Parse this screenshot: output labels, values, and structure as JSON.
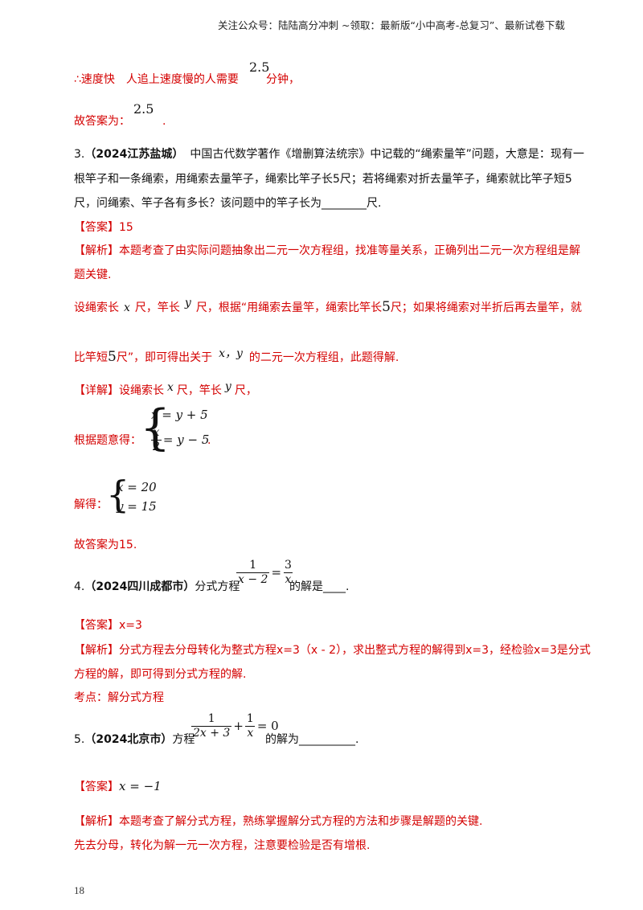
{
  "header": "关注公众号：陆陆高分冲刺  ~领取：最新版“小中高考-总复习”、最新试卷下载",
  "p2_tail": {
    "line1_a": "∴速度快",
    "line1_b": "人追上速度慢的人需要",
    "line1_val": "2.5",
    "line1_c": "分钟，",
    "line2_a": "故答案为：",
    "line2_val": "2.5",
    "line2_b": "."
  },
  "q3": {
    "num": "3.",
    "src": "（2024江苏盐城）",
    "l1": "中国古代数学著作《增删算法统宗》中记载的“绳索量竿”问题，大意是：现有一",
    "l2": "根竿子和一条绳索，用绳索去量竿子，绳索比竿子长5尺；若将绳索对折去量竿子，绳索就比竿子短5",
    "l3": "尺，问绳索、竿子各有多长？该问题中的竿子长为________尺.",
    "answer": "【答案】15",
    "jx1": "【解析】本题考查了由实际问题抽象出二元一次方程组，找准等量关系，正确列出二元一次方程组是解",
    "jx2": "题关键.",
    "s1a": "设绳索长",
    "s1x": "x",
    "s1b": "尺，竿长",
    "s1y": "y",
    "s1c": "尺，根据“用绳索去量竿，绳索比竿长",
    "s1n": "5",
    "s1d": "尺；如果将绳索对半折后再去量竿，就",
    "s2a": "比竿短",
    "s2n": "5",
    "s2b": "尺”，即可得出关于",
    "s2xy": "x，y",
    "s2c": "的二元一次方程组，此题得解.",
    "xj_a": "【详解】设绳索长",
    "xj_x": "x",
    "xj_b": "尺，竿长",
    "xj_y": "y",
    "xj_c": "尺，",
    "gen": "根据题意得：",
    "eq1": "x = y + 5",
    "eq2_num": "x",
    "eq2_den": "2",
    "eq2_rhs": "= y − 5",
    "eq_dot": ".",
    "jiede": "解得：",
    "sol1": "x = 20",
    "sol2": "y = 15",
    "final": "故答案为15."
  },
  "q4": {
    "num": "4.",
    "src": "（2024四川成都市）",
    "pre": "分式方程",
    "f1_num": "1",
    "f1_den": "x − 2",
    "eq": "=",
    "f2_num": "3",
    "f2_den": "x",
    "post": "的解是____.",
    "answer": "【答案】x=3",
    "jx1": "【解析】分式方程去分母转化为整式方程x=3（x - 2），求出整式方程的解得到x=3，经检验x=3是分式",
    "jx2": "方程的解，即可得到分式方程的解.",
    "kd": "考点：解分式方程"
  },
  "q5": {
    "num": "5.",
    "src": "（2024北京市）",
    "pre": "方程",
    "f1_num": "1",
    "f1_den": "2x + 3",
    "plus": "+",
    "f2_num": "1",
    "f2_den": "x",
    "rhs": "= 0",
    "post": "的解为__________.",
    "answer_a": "【答案】",
    "answer_val": "x = −1",
    "jx1": "【解析】本题考查了解分式方程，熟练掌握解分式方程的方法和步骤是解题的关键.",
    "jx2": "先去分母，转化为解一元一次方程，注意要检验是否有增根."
  },
  "page_number": "18"
}
